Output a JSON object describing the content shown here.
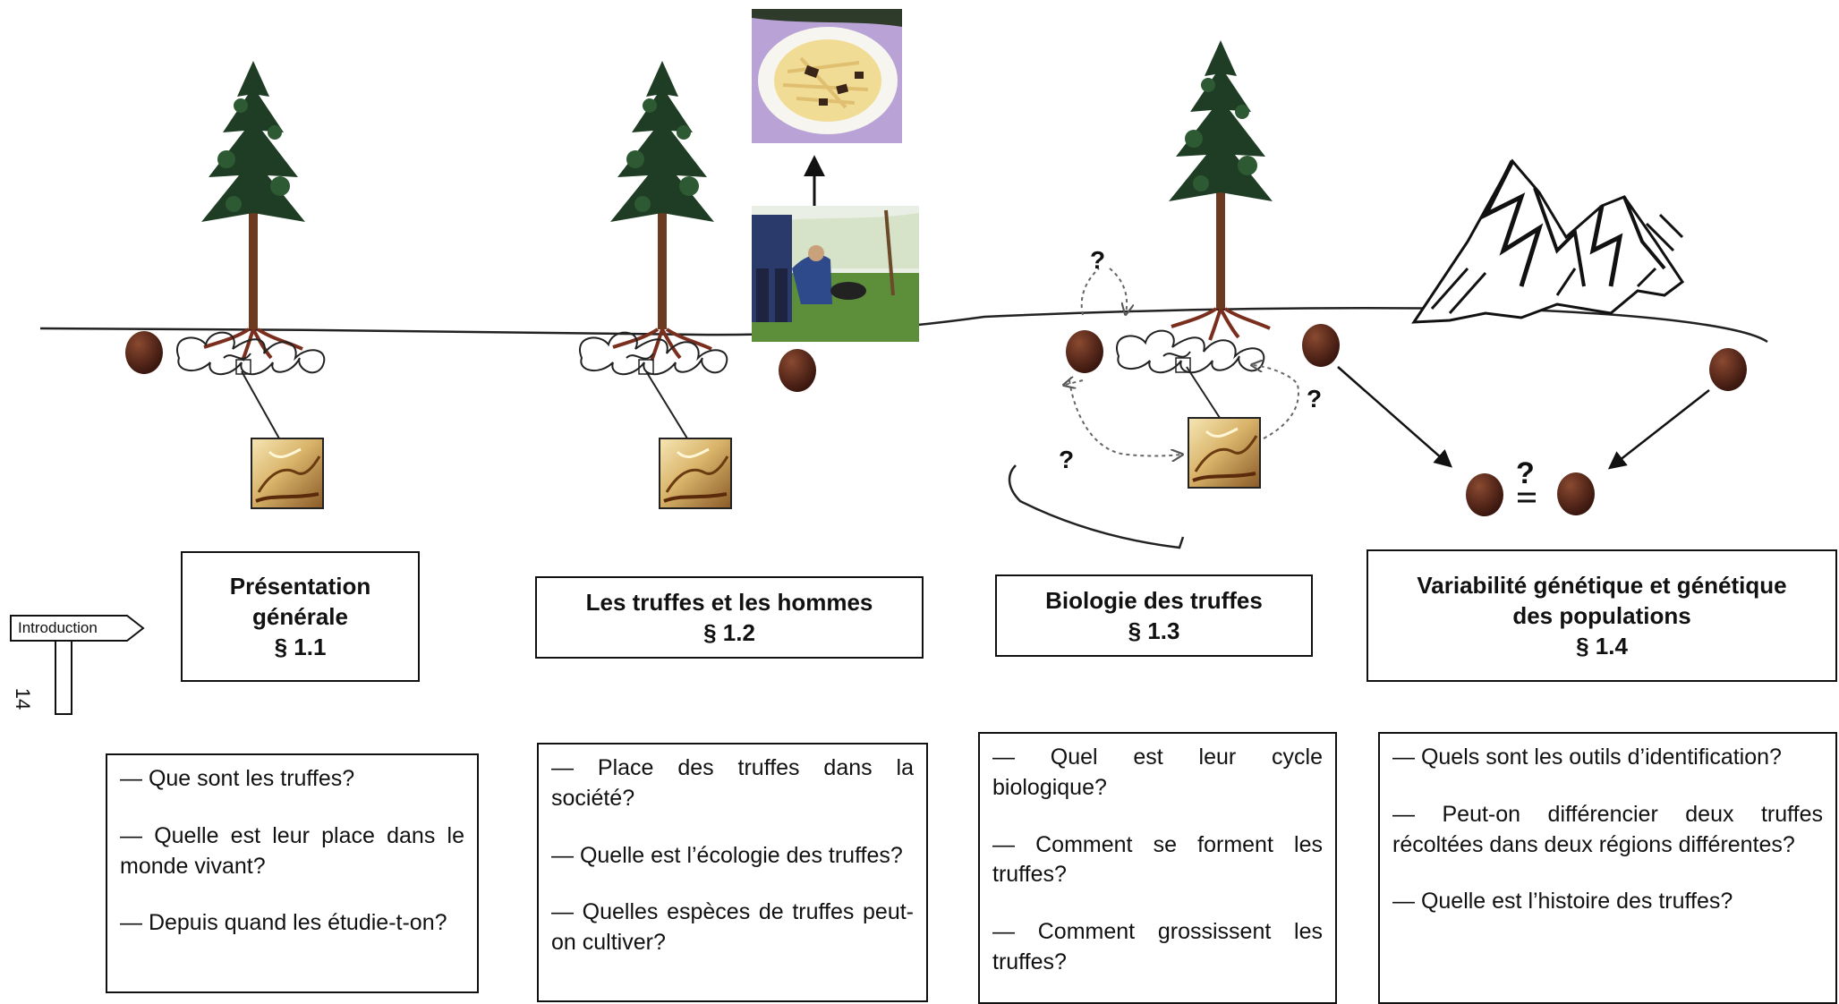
{
  "signpost": {
    "label": "Introduction"
  },
  "page_number": "14",
  "markers": {
    "question": "?",
    "equals_question": "?"
  },
  "sections": [
    {
      "title_lines": [
        "Présentation",
        "générale",
        "§ 1.1"
      ],
      "questions": [
        "— Que sont les truffes?",
        "— Quelle est leur place dans le monde vivant?",
        "— Depuis quand les étudie-t-on?"
      ]
    },
    {
      "title_lines": [
        "Les truffes et les hommes",
        "§ 1.2"
      ],
      "questions": [
        "— Place des truffes dans la société?",
        "— Quelle est l’écologie des truffes?",
        "— Quelles espèces de truffes peut-on cultiver?"
      ]
    },
    {
      "title_lines": [
        "Biologie des truffes",
        "§ 1.3"
      ],
      "questions": [
        "— Quel est leur cycle biologique?",
        "— Comment se forment les truffes?",
        "— Comment grossissent les truffes?"
      ]
    },
    {
      "title_lines": [
        "Variabilité génétique et génétique",
        "des populations",
        "§ 1.4"
      ],
      "questions": [
        "— Quels sont les outils d’identification?",
        "— Peut-on différencier deux truffes récoltées dans deux régions différentes?",
        "— Quelle est l’histoire des truffes?"
      ]
    }
  ],
  "colors": {
    "truffle": "#5a2a1c",
    "trunk": "#6b3a20",
    "foliage": "#1f3d24",
    "roots": "#7a2f1e",
    "mycorrhiza_bg": "#e8c98a",
    "photo_grass": "#5d8f3a",
    "photo_sky": "#e9efe4",
    "pasta": "#f1dc96",
    "plate_cloth": "#b9a3d6"
  },
  "icons": {
    "tree": "pine-tree-icon",
    "truffle": "truffle-icon",
    "mountain": "mountain-icon",
    "mycorrhiza": "mycorrhiza-image",
    "photo_dog": "truffle-hunting-photo",
    "photo_plate": "truffle-pasta-photo"
  }
}
